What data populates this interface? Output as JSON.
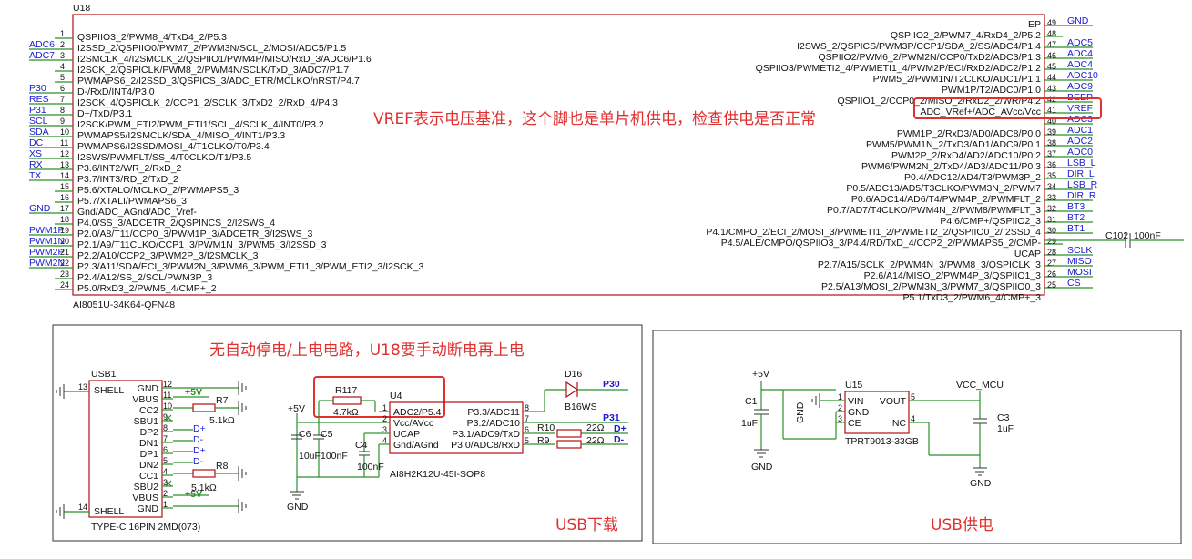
{
  "u18": {
    "ref": "U18",
    "part": "AI8051U-34K64-QFN48",
    "left_pins": [
      {
        "num": "1",
        "name": "QSPIIO3_2/PWM8_4/TxD4_2/P5.3",
        "net": ""
      },
      {
        "num": "2",
        "name": "I2SSD_2/QSPIIO0/PWM7_2/PWM3N/SCL_2/MOSI/ADC5/P1.5",
        "net": "ADC6"
      },
      {
        "num": "3",
        "name": "I2SMCLK_4/I2SMCLK_2/QSPIIO1/PWM4P/MISO/RxD_3/ADC6/P1.6",
        "net": "ADC7"
      },
      {
        "num": "4",
        "name": "I2SCK_2/QSPICLK/PWM8_2/PWM4N/SCLK/TxD_3/ADC7/P1.7",
        "net": ""
      },
      {
        "num": "5",
        "name": "PWMAPS6_2/I2SSD_3/QSPICS_3/ADC_ETR/MCLKO/nRST/P4.7",
        "net": ""
      },
      {
        "num": "6",
        "name": "D-/RxD/INT4/P3.0",
        "net": "P30"
      },
      {
        "num": "7",
        "name": "I2SCK_4/QSPICLK_2/CCP1_2/SCLK_3/TxD2_2/RxD_4/P4.3",
        "net": "RES"
      },
      {
        "num": "8",
        "name": "D+/TxD/P3.1",
        "net": "P31"
      },
      {
        "num": "9",
        "name": "I2SCK/PWM_ETI2/PWM_ETI1/SCL_4/SCLK_4/INT0/P3.2",
        "net": "SCL"
      },
      {
        "num": "10",
        "name": "PWMAPS5/I2SMCLK/SDA_4/MISO_4/INT1/P3.3",
        "net": "SDA"
      },
      {
        "num": "11",
        "name": "PWMAPS6/I2SSD/MOSI_4/T1CLKO/T0/P3.4",
        "net": "DC"
      },
      {
        "num": "12",
        "name": "I2SWS/PWMFLT/SS_4/T0CLKO/T1/P3.5",
        "net": "XS"
      },
      {
        "num": "13",
        "name": "P3.6/INT2/WR_2/RxD_2",
        "net": "RX"
      },
      {
        "num": "14",
        "name": "P3.7/INT3/RD_2/TxD_2",
        "net": "TX"
      },
      {
        "num": "15",
        "name": "P5.6/XTALO/MCLKO_2/PWMAPS5_3",
        "net": ""
      },
      {
        "num": "16",
        "name": "P5.7/XTALI/PWMAPS6_3",
        "net": ""
      },
      {
        "num": "17",
        "name": "Gnd/ADC_AGnd/ADC_Vref-",
        "net": "GND"
      },
      {
        "num": "18",
        "name": "P4.0/SS_3/ADCETR_2/QSPINCS_2/I2SWS_4",
        "net": ""
      },
      {
        "num": "19",
        "name": "P2.0/A8/T11/CCP0_3/PWM1P_3/ADCETR_3/I2SWS_3",
        "net": "PWM1P"
      },
      {
        "num": "20",
        "name": "P2.1/A9/T11CLKO/CCP1_3/PWM1N_3/PWM5_3/I2SSD_3",
        "net": "PWM1N"
      },
      {
        "num": "21",
        "name": "P2.2/A10/CCP2_3/PWM2P_3/I2SMCLK_3",
        "net": "PWM2P"
      },
      {
        "num": "22",
        "name": "P2.3/A11/SDA/ECI_3/PWM2N_3/PWM6_3/PWM_ETI1_3/PWM_ETI2_3/I2SCK_3",
        "net": "PWM2N"
      },
      {
        "num": "23",
        "name": "P2.4/A12/SS_2/SCL/PWM3P_3",
        "net": ""
      },
      {
        "num": "24",
        "name": "P5.0/RxD3_2/PWM5_4/CMP+_2",
        "net": ""
      }
    ],
    "right_pins": [
      {
        "num": "49",
        "name": "EP",
        "net": "GND"
      },
      {
        "num": "48",
        "name": "QSPIIO2_2/PWM7_4/RxD4_2/P5.2",
        "net": ""
      },
      {
        "num": "47",
        "name": "I2SWS_2/QSPICS/PWM3P/CCP1/SDA_2/SS/ADC4/P1.4",
        "net": "ADC5"
      },
      {
        "num": "46",
        "name": "QSPIIO2/PWM6_2/PWM2N/CCP0/TxD2/ADC3/P1.3",
        "net": "ADC4"
      },
      {
        "num": "45",
        "name": "QSPIIO3/PWMETI2_4/PWMETI1_4/PWM2P/ECI/RxD2/ADC2/P1.2",
        "net": "ADC4"
      },
      {
        "num": "44",
        "name": "PWM5_2/PWM1N/T2CLKO/ADC1/P1.1",
        "net": "ADC10"
      },
      {
        "num": "43",
        "name": "PWM1P/T2/ADC0/P1.0",
        "net": "ADC9"
      },
      {
        "num": "42",
        "name": "QSPIIO1_2/CCP0_2/MISO_2/RxD2_2/WR/P4.2",
        "net": "BEEP"
      },
      {
        "num": "41",
        "name": "ADC_VRef+/ADC_AVcc/Vcc",
        "net": "VREF"
      },
      {
        "num": "40",
        "name": "",
        "net": "ADC3"
      },
      {
        "num": "39",
        "name": "PWM1P_2/RxD3/AD0/ADC8/P0.0",
        "net": "ADC1"
      },
      {
        "num": "38",
        "name": "PWM5/PWM1N_2/TxD3/AD1/ADC9/P0.1",
        "net": "ADC2"
      },
      {
        "num": "37",
        "name": "PWM2P_2/RxD4/AD2/ADC10/P0.2",
        "net": "ADC0"
      },
      {
        "num": "36",
        "name": "PWM6/PWM2N_2/TxD4/AD3/ADC11/P0.3",
        "net": "LSB_L"
      },
      {
        "num": "35",
        "name": "P0.4/ADC12/AD4/T3/PWM3P_2",
        "net": "DIR_L"
      },
      {
        "num": "34",
        "name": "P0.5/ADC13/AD5/T3CLKO/PWM3N_2/PWM7",
        "net": "LSB_R"
      },
      {
        "num": "33",
        "name": "P0.6/ADC14/AD6/T4/PWM4P_2/PWMFLT_2",
        "net": "DIR_R"
      },
      {
        "num": "32",
        "name": "P0.7/AD7/T4CLKO/PWM4N_2/PWM8/PWMFLT_3",
        "net": "BT3"
      },
      {
        "num": "31",
        "name": "P4.6/CMP+/QSPIIO2_3",
        "net": "BT2"
      },
      {
        "num": "30",
        "name": "P4.1/CMPO_2/ECI_2/MOSI_3/PWMETI1_2/PWMETI2_2/QSPIIO0_2/I2SSD_4",
        "net": "BT1"
      },
      {
        "num": "29",
        "name": "P4.5/ALE/CMPO/QSPIIO3_3/P4.4/RD/TxD_4/CCP2_2/PWMAPS5_2/CMP-",
        "net": ""
      },
      {
        "num": "28",
        "name": "UCAP",
        "net": "SCLK"
      },
      {
        "num": "27",
        "name": "P2.7/A15/SCLK_2/PWM4N_3/PWM8_3/QSPICLK_3",
        "net": "MISO"
      },
      {
        "num": "26",
        "name": "P2.6/A14/MISO_2/PWM4P_3/QSPIIO1_3",
        "net": "MOSI"
      },
      {
        "num": "25",
        "name": "P2.5/A13/MOSI_2/PWM3N_3/PWM7_3/QSPIIO0_3",
        "net": "CS"
      },
      {
        "num": "",
        "name": "P5.1/TxD3_2/PWM6_4/CMP+_3",
        "net": ""
      }
    ],
    "pin42_partial": "QSPIIO1_2/CCP0",
    "pin41_name": "ADC_VRef+/ADC_AVcc/Vcc",
    "cap_ref": "C102",
    "cap_val": "100nF"
  },
  "annotations": {
    "vref": "VREF表示电压基准，这个脚也是单片机供电，检查供电是否正常",
    "no_auto": "无自动停电/上电电路，U18要手动断电再上电",
    "usb_download": "USB下载",
    "usb_power": "USB供电"
  },
  "usb1": {
    "ref": "USB1",
    "part": "TYPE-C 16PIN 2MD(073)",
    "shell": "SHELL",
    "pins": [
      {
        "num": "12",
        "name": "GND"
      },
      {
        "num": "11",
        "name": "VBUS"
      },
      {
        "num": "10",
        "name": "CC2"
      },
      {
        "num": "9",
        "name": "SBU1"
      },
      {
        "num": "8",
        "name": "DP2"
      },
      {
        "num": "7",
        "name": "DN1"
      },
      {
        "num": "6",
        "name": "DP1"
      },
      {
        "num": "5",
        "name": "DN2"
      },
      {
        "num": "4",
        "name": "CC1"
      },
      {
        "num": "3",
        "name": "SBU2"
      },
      {
        "num": "2",
        "name": "VBUS"
      },
      {
        "num": "1",
        "name": "GND"
      }
    ],
    "shell_num_top": "13",
    "shell_num_bot": "14",
    "r7": "R7",
    "r7v": "5.1kΩ",
    "r8": "R8",
    "r8v": "5.1kΩ",
    "plus5v": "+5V",
    "dplus": "D+",
    "dminus": "D-"
  },
  "u4": {
    "ref": "U4",
    "part": "AI8H2K12U-45I-SOP8",
    "left": [
      {
        "num": "1",
        "name": "ADC2/P5.4"
      },
      {
        "num": "2",
        "name": "Vcc/AVcc"
      },
      {
        "num": "3",
        "name": "UCAP"
      },
      {
        "num": "4",
        "name": "Gnd/AGnd"
      }
    ],
    "right": [
      {
        "num": "8",
        "name": "P3.3/ADC11"
      },
      {
        "num": "7",
        "name": "P3.2/ADC10"
      },
      {
        "num": "6",
        "name": "P3.1/ADC9/TxD"
      },
      {
        "num": "5",
        "name": "P3.0/ADC8/RxD"
      }
    ],
    "r117": "R117",
    "r117v": "4.7kΩ",
    "c6": "C6",
    "c6v": "10uF",
    "c5": "C5",
    "c5v": "100nF",
    "c4": "C4",
    "c4v": "100nF",
    "d16": "D16",
    "d16v": "B16WS",
    "p30": "P30",
    "p31": "P31",
    "r10": "R10",
    "r10v": "22Ω",
    "r9": "R9",
    "r9v": "22Ω",
    "dplus": "D+",
    "dminus": "D-",
    "plus5v": "+5V",
    "gnd": "GND"
  },
  "u15": {
    "ref": "U15",
    "part": "TPRT9013-33GB",
    "left": [
      {
        "num": "1",
        "name": "VIN"
      },
      {
        "num": "2",
        "name": "GND"
      },
      {
        "num": "3",
        "name": "CE"
      }
    ],
    "right": [
      {
        "num": "5",
        "name": "VOUT"
      },
      {
        "num": "4",
        "name": "NC"
      }
    ],
    "c1": "C1",
    "c1v": "1uF",
    "c3": "C3",
    "c3v": "1uF",
    "plus5v": "+5V",
    "vcc": "VCC_MCU",
    "gnd": "GND"
  }
}
